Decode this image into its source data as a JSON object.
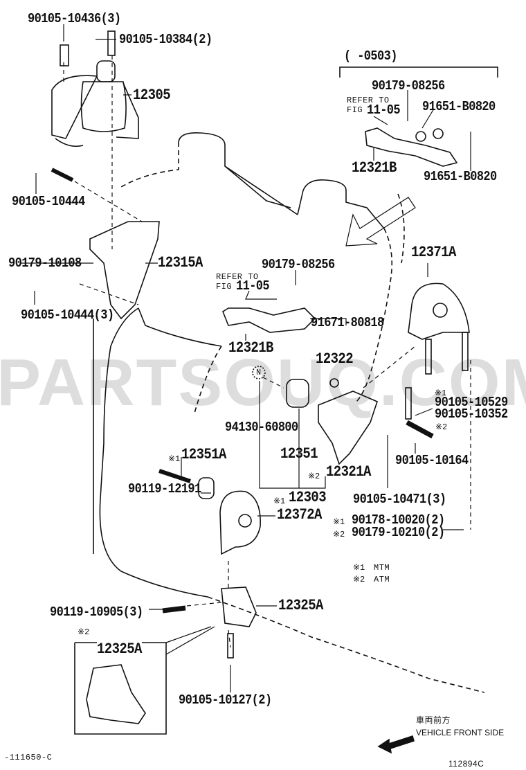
{
  "watermark": "PARTSOUQ.COM",
  "labels": {
    "bolt_10436": "90105-10436(3)",
    "bolt_10384": "90105-10384(2)",
    "mount_12305": "12305",
    "range": "(   -0503)",
    "nut_08256_top": "90179-08256",
    "refer_top_1": "REFER TO",
    "refer_top_2": "FIG",
    "refer_top_fig": "11-05",
    "bolt_b0820_a": "91651-B0820",
    "bracket_12321b_top": "12321B",
    "bolt_b0820_b": "91651-B0820",
    "bolt_10444": "90105-10444",
    "nut_10108": "90179-10108",
    "bracket_12315a": "12315A",
    "bolt_10444_3": "90105-10444(3)",
    "mount_12371a": "12371A",
    "nut_08256_mid": "90179-08256",
    "refer_mid_1": "REFER TO",
    "refer_mid_2": "FIG",
    "refer_mid_fig": "11-05",
    "bolt_80818": "91671-80818",
    "bracket_12321b_mid": "12321B",
    "part_12322": "12322",
    "n_marker": "N",
    "part_94130": "94130-60800",
    "bolt_10529": "90105-10529",
    "bolt_10352": "90105-10352",
    "mark1": "※1",
    "mark2": "※2",
    "part_12351a": "12351A",
    "part_12351": "12351",
    "bolt_10164": "90105-10164",
    "bracket_12321a": "12321A",
    "bolt_12191": "90119-12191",
    "part_12303": "12303",
    "mount_12372a": "12372A",
    "bolt_10471": "90105-10471(3)",
    "nut_10020": "90178-10020(2)",
    "nut_10210": "90179-10210(2)",
    "legend_mtm": "MTM",
    "legend_atm": "ATM",
    "bolt_10905": "90119-10905(3)",
    "bracket_12325a": "12325A",
    "inset_12325a": "12325A",
    "bolt_10127": "90105-10127(2)",
    "front_jp": "車両前方",
    "front_en": "VEHICLE FRONT SIDE",
    "fig_code": "-111650-C",
    "diagram_code": "112894C"
  }
}
